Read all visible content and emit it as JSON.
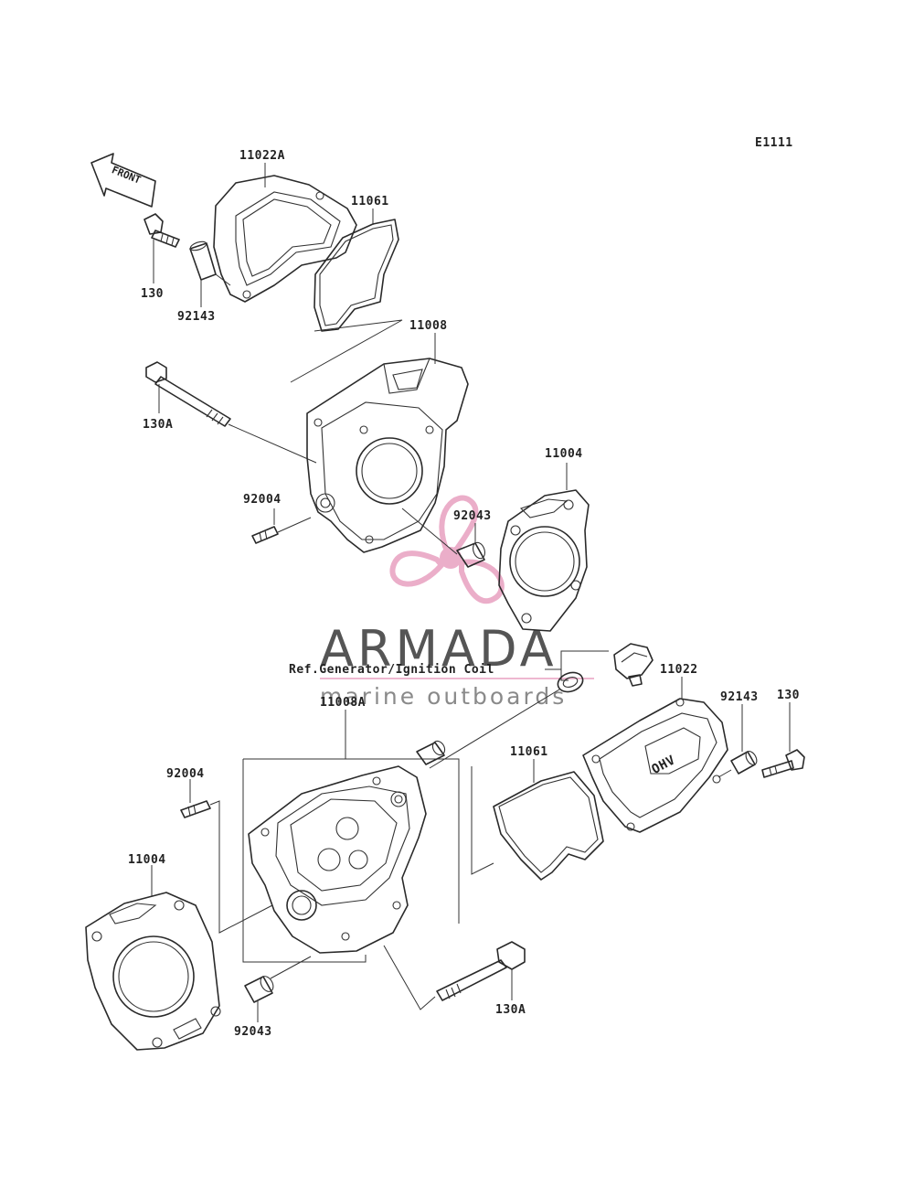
{
  "diagram_code": "E1111",
  "front_label": "FRONT",
  "reference_note": "Ref.Generator/Ignition Coil",
  "watermark": {
    "brand": "ARMADA",
    "tagline": "marine outboards",
    "accent_color": "#e8a0c0"
  },
  "parts": {
    "cover_top": "11022A",
    "gasket_top": "11061",
    "bolt_top": "130",
    "pin_top": "92143",
    "head_top": "11008",
    "long_bolt_top": "130A",
    "stud_top": "92004",
    "dowel_top": "92043",
    "head_gasket_top": "11004",
    "cover_bottom": "11022",
    "pin_bottom": "92143",
    "bolt_bottom": "130",
    "head_bottom": "11008A",
    "gasket_bottom": "11061",
    "stud_bottom": "92004",
    "head_gasket_bottom": "11004",
    "dowel_bottom": "92043",
    "long_bolt_bottom": "130A"
  }
}
